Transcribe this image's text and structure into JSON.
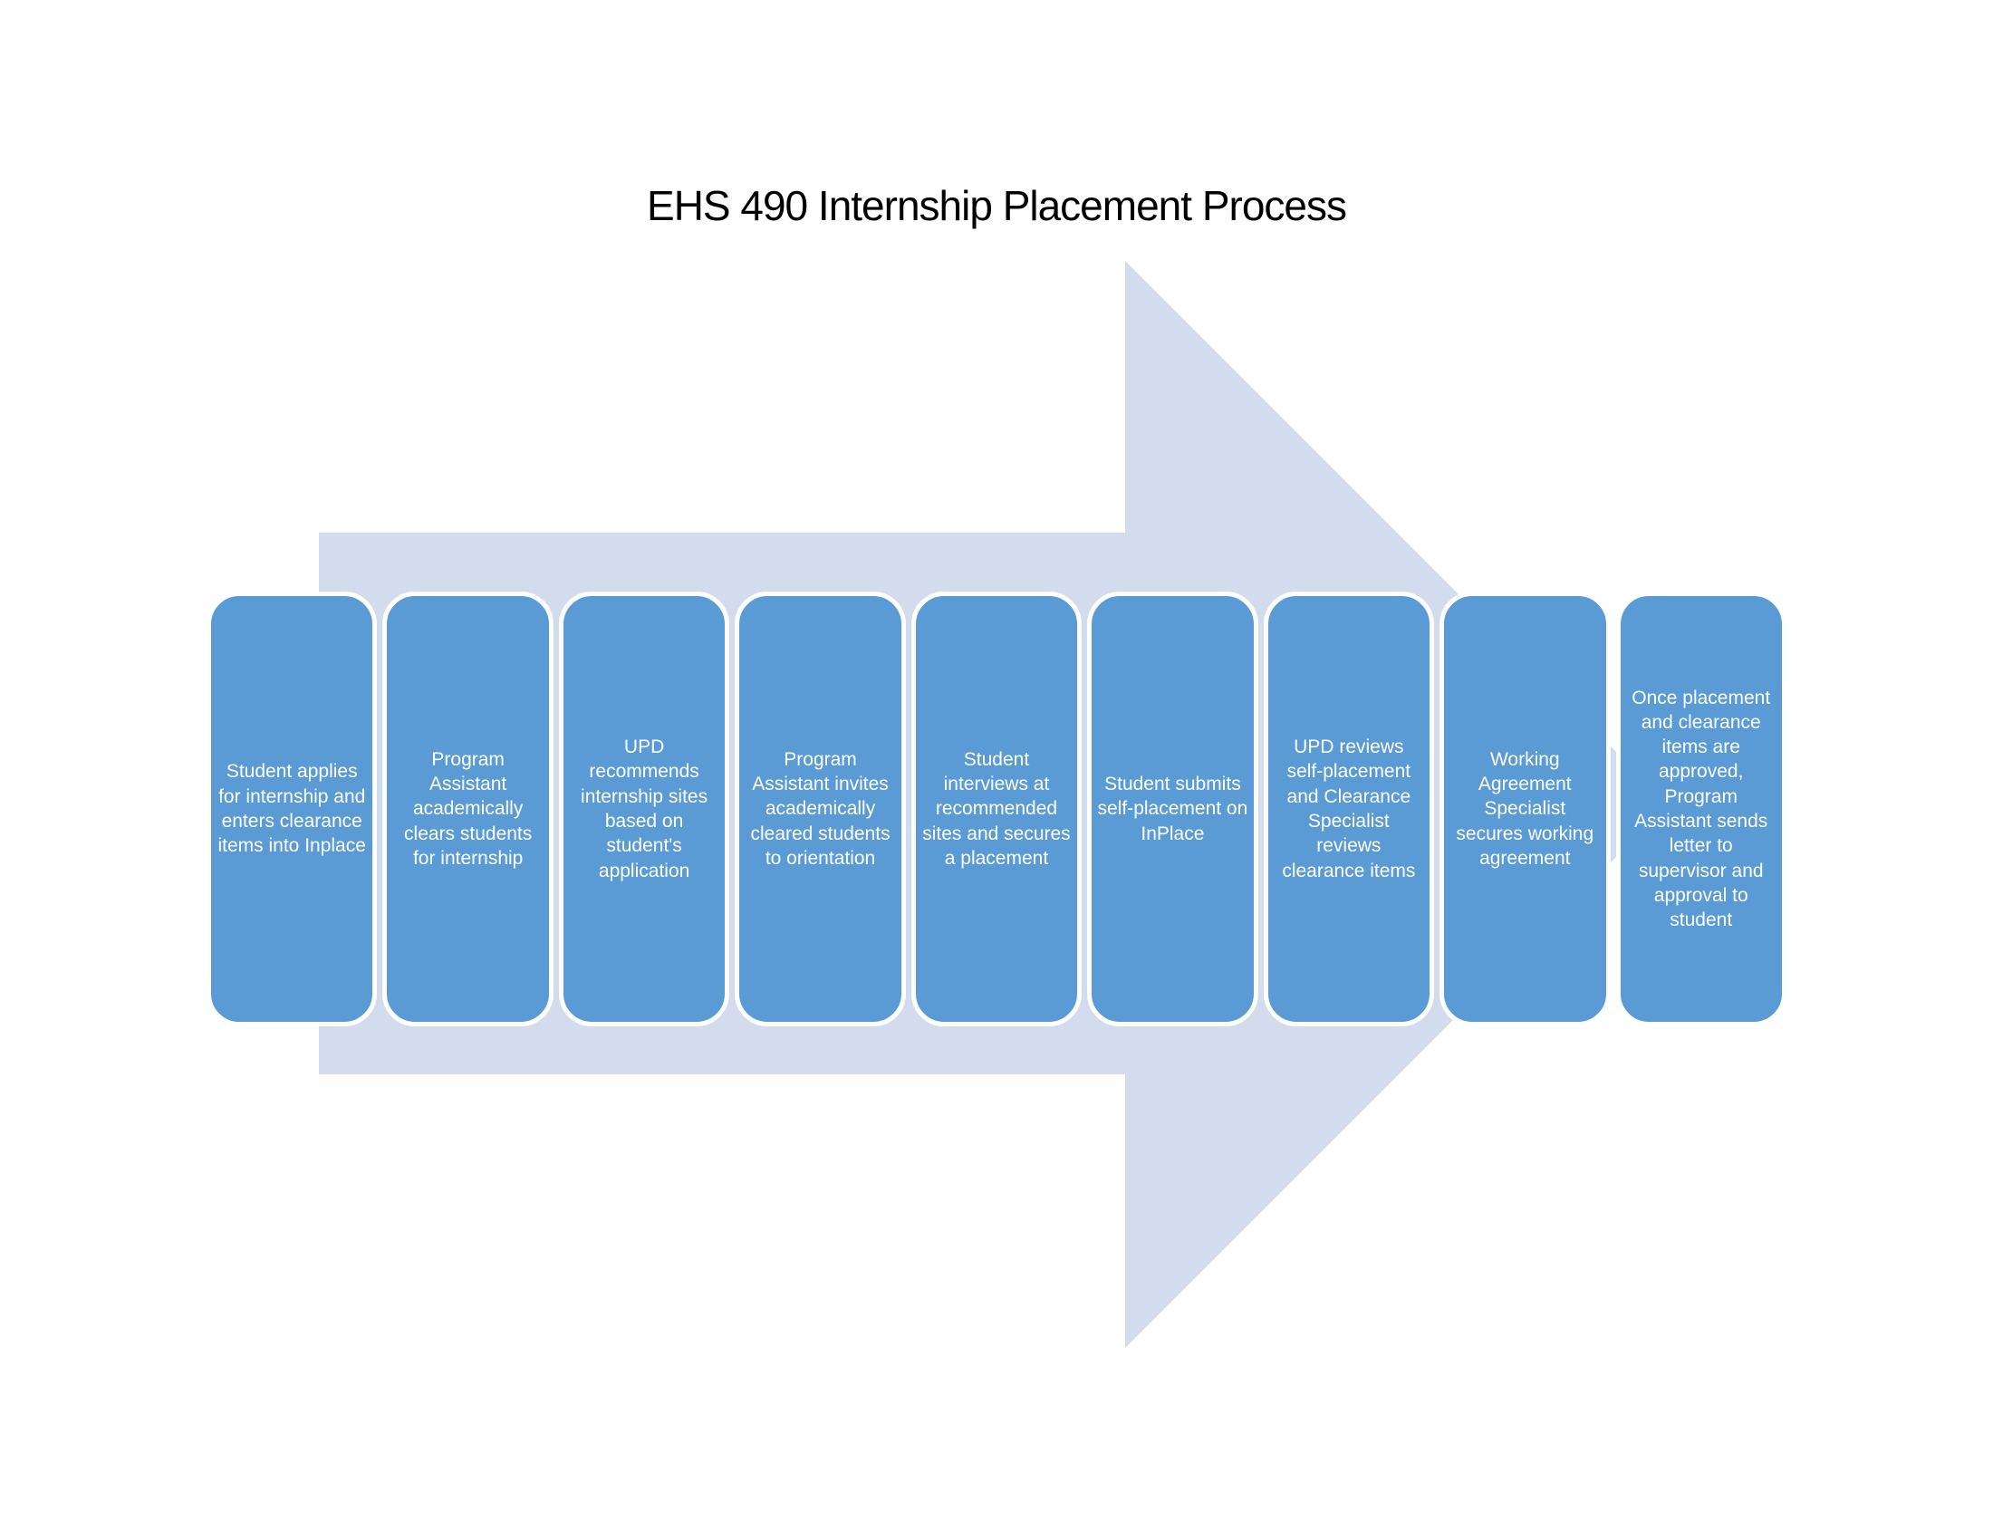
{
  "title": "EHS 490 Internship Placement Process",
  "steps": [
    {
      "label": "Student applies for internship and enters clearance items into Inplace"
    },
    {
      "label": "Program Assistant academically clears students for internship"
    },
    {
      "label": "UPD recommends internship sites based on student's application"
    },
    {
      "label": "Program Assistant invites academically cleared students to orientation"
    },
    {
      "label": "Student interviews at recommended sites and secures a placement"
    },
    {
      "label": "Student submits self-placement on InPlace"
    },
    {
      "label": "UPD reviews self-placement and Clearance Specialist reviews clearance items"
    },
    {
      "label": "Working Agreement Specialist secures working agreement"
    },
    {
      "label": "Once placement and clearance items are approved, Program Assistant sends letter to supervisor and approval to student"
    }
  ],
  "colors": {
    "step_fill": "#5b9bd5",
    "step_border": "#ffffff",
    "step_text": "#ffffff",
    "arrow_fill": "#d3dcec",
    "title_color": "#000000"
  }
}
